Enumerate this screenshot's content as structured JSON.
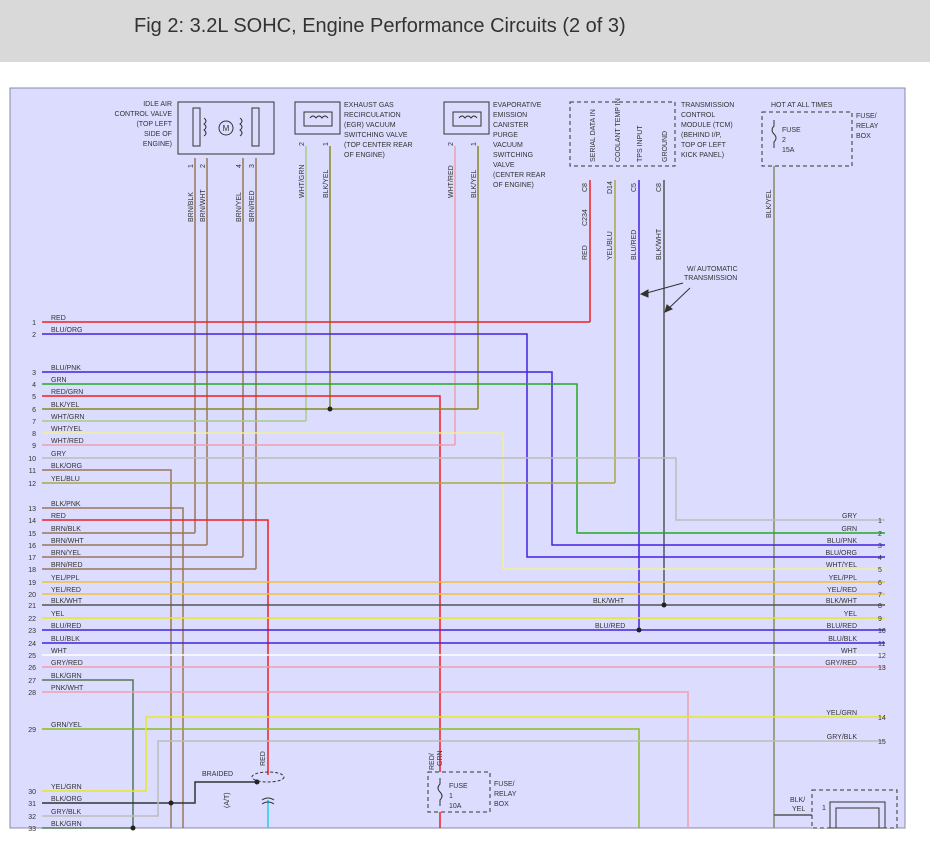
{
  "header": {
    "title": "Fig 2: 3.2L SOHC, Engine Performance Circuits (2 of 3)"
  },
  "colors": {
    "background": "#dcdcff",
    "red": "#ee2020",
    "blue": "#4422dd",
    "green": "#22aa22",
    "olive": "#888822",
    "brown": "#99775a",
    "yellow": "#e8e820",
    "orange_yellow": "#f0c040",
    "gray": "#bbbbbb",
    "pink": "#f0a0b0",
    "black": "#333333",
    "cyan": "#22ccee"
  },
  "components": {
    "iac": {
      "lines": [
        "IDLE AIR",
        "CONTROL VALVE",
        "(TOP LEFT",
        "SIDE OF",
        "ENGINE)"
      ],
      "pins": [
        "1",
        "2",
        "4",
        "3"
      ],
      "motor": "M"
    },
    "egr": {
      "lines": [
        "EXHAUST GAS",
        "RECIRCULATION",
        "(EGR) VACUUM",
        "SWITCHING VALVE",
        "(TOP CENTER REAR",
        "OF ENGINE)"
      ],
      "pins": [
        "2",
        "1"
      ]
    },
    "evap": {
      "lines": [
        "EVAPORATIVE",
        "EMISSION",
        "CANISTER",
        "PURGE",
        "VACUUM",
        "SWITCHING",
        "VALVE",
        "(CENTER REAR",
        "OF ENGINE)"
      ],
      "pins": [
        "2",
        "1"
      ]
    },
    "tcm": {
      "lines": [
        "TRANSMISSION",
        "CONTROL",
        "MODULE (TCM)",
        "(BEHIND I/P,",
        "TOP OF LEFT",
        "KICK PANEL)"
      ],
      "pins": [
        "SERIAL DATA IN",
        "COOLANT TEMP IN",
        "TPS INPUT",
        "GROUND"
      ],
      "connectors": [
        "C8",
        "D14",
        "C5",
        "C8"
      ],
      "c234": "C234"
    },
    "fuse_top": {
      "hot": "HOT AT ALL TIMES",
      "box": [
        "FUSE/",
        "RELAY",
        "BOX"
      ],
      "fuse": [
        "FUSE",
        "2",
        "15A"
      ]
    },
    "fuse_bottom": {
      "fuse": [
        "FUSE",
        "1",
        "10A"
      ],
      "box": [
        "FUSE/",
        "RELAY",
        "BOX"
      ]
    },
    "auto_note": [
      "W/ AUTOMATIC",
      "TRANSMISSION"
    ],
    "braided": "BRAIDED",
    "at": "(A/T)"
  },
  "vertical_labels": {
    "iac": [
      "BRN/BLK",
      "BRN/WHT",
      "BRN/YEL",
      "BRN/RED"
    ],
    "egr": [
      "WHT/GRN",
      "BLK/YEL"
    ],
    "evap": [
      "WHT/RED",
      "BLK/YEL"
    ],
    "tcm": [
      "RED",
      "YEL/BLU",
      "BLU/RED",
      "BLK/WHT"
    ],
    "fuse": "BLK/YEL",
    "red_bottom": "RED",
    "red_grn": [
      "RED/",
      "GRN"
    ]
  },
  "left_wires": [
    {
      "pin": "1",
      "label": "RED"
    },
    {
      "pin": "2",
      "label": "BLU/ORG"
    },
    {
      "pin": "3",
      "label": "BLU/PNK"
    },
    {
      "pin": "4",
      "label": "GRN"
    },
    {
      "pin": "5",
      "label": "RED/GRN"
    },
    {
      "pin": "6",
      "label": "BLK/YEL"
    },
    {
      "pin": "7",
      "label": "WHT/GRN"
    },
    {
      "pin": "8",
      "label": "WHT/YEL"
    },
    {
      "pin": "9",
      "label": "WHT/RED"
    },
    {
      "pin": "10",
      "label": "GRY"
    },
    {
      "pin": "11",
      "label": "BLK/ORG"
    },
    {
      "pin": "12",
      "label": "YEL/BLU"
    },
    {
      "pin": "13",
      "label": "BLK/PNK"
    },
    {
      "pin": "14",
      "label": "RED"
    },
    {
      "pin": "15",
      "label": "BRN/BLK"
    },
    {
      "pin": "16",
      "label": "BRN/WHT"
    },
    {
      "pin": "17",
      "label": "BRN/YEL"
    },
    {
      "pin": "18",
      "label": "BRN/RED"
    },
    {
      "pin": "19",
      "label": "YEL/PPL"
    },
    {
      "pin": "20",
      "label": "YEL/RED"
    },
    {
      "pin": "21",
      "label": "BLK/WHT"
    },
    {
      "pin": "22",
      "label": "YEL"
    },
    {
      "pin": "23",
      "label": "BLU/RED"
    },
    {
      "pin": "24",
      "label": "BLU/BLK"
    },
    {
      "pin": "25",
      "label": "WHT"
    },
    {
      "pin": "26",
      "label": "GRY/RED"
    },
    {
      "pin": "27",
      "label": "BLK/GRN"
    },
    {
      "pin": "28",
      "label": "PNK/WHT"
    },
    {
      "pin": "29",
      "label": "GRN/YEL"
    },
    {
      "pin": "30",
      "label": "YEL/GRN"
    },
    {
      "pin": "31",
      "label": "BLK/ORG"
    },
    {
      "pin": "32",
      "label": "GRY/BLK"
    },
    {
      "pin": "33",
      "label": "BLK/GRN"
    }
  ],
  "right_wires": [
    {
      "pin": "1",
      "label": "GRY"
    },
    {
      "pin": "2",
      "label": "GRN"
    },
    {
      "pin": "3",
      "label": "BLU/PNK"
    },
    {
      "pin": "4",
      "label": "BLU/ORG"
    },
    {
      "pin": "5",
      "label": "WHT/YEL"
    },
    {
      "pin": "6",
      "label": "YEL/PPL"
    },
    {
      "pin": "7",
      "label": "YEL/RED"
    },
    {
      "pin": "8",
      "label": "BLK/WHT"
    },
    {
      "pin": "9",
      "label": "YEL"
    },
    {
      "pin": "10",
      "label": "BLU/RED"
    },
    {
      "pin": "11",
      "label": "BLU/BLK"
    },
    {
      "pin": "12",
      "label": "WHT"
    },
    {
      "pin": "13",
      "label": "GRY/RED"
    },
    {
      "pin": "14",
      "label": "YEL/GRN"
    },
    {
      "pin": "15",
      "label": "GRY/BLK"
    }
  ],
  "mid_labels": {
    "blk_wht": "BLK/WHT",
    "blu_red": "BLU/RED"
  },
  "bottom_right": {
    "lines": [
      "BLK/",
      "YEL"
    ],
    "pin": "1"
  }
}
